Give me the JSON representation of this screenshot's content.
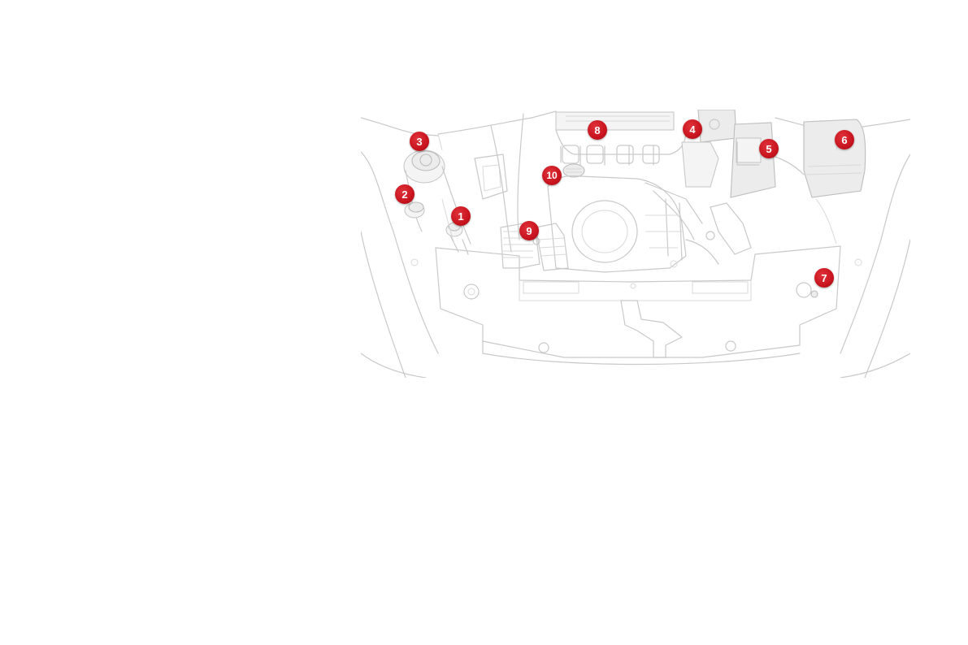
{
  "diagram": {
    "markers": [
      {
        "id": "1",
        "label": "1"
      },
      {
        "id": "2",
        "label": "2"
      },
      {
        "id": "3",
        "label": "3"
      },
      {
        "id": "4",
        "label": "4"
      },
      {
        "id": "5",
        "label": "5"
      },
      {
        "id": "6",
        "label": "6"
      },
      {
        "id": "7",
        "label": "7"
      },
      {
        "id": "8",
        "label": "8"
      },
      {
        "id": "9",
        "label": "9"
      },
      {
        "id": "10",
        "label": "10"
      }
    ],
    "colors": {
      "marker": "#c8141e",
      "line": "#c9c9c9",
      "part_fill": "#ececec"
    }
  }
}
